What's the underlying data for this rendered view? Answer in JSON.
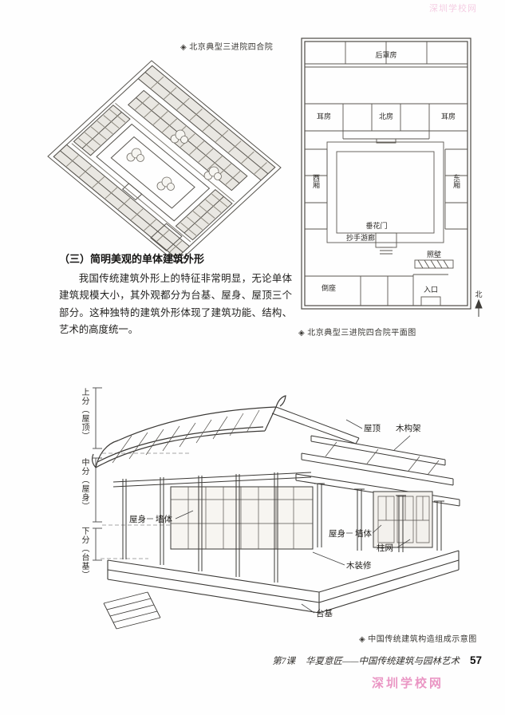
{
  "watermark": {
    "text": "深圳学校网",
    "color": "#e784ba"
  },
  "axon": {
    "caption": "◈ 北京典型三进院四合院"
  },
  "plan": {
    "caption": "◈ 北京典型三进院四合院平面图",
    "labels": {
      "rear_hall": "后罩房",
      "ear_left": "耳房",
      "north_hall": "北房",
      "ear_right": "耳房",
      "west_wing": "西厢",
      "east_wing": "东厢",
      "festoon_gate": "垂花门",
      "veranda": "抄手游廊",
      "screen_wall": "照壁",
      "south_rooms": "倒座",
      "entrance": "入口",
      "north": "北"
    }
  },
  "section": {
    "heading": "（三）简明美观的单体建筑外形",
    "body": "我国传统建筑外形上的特征非常明显，无论单体建筑规模大小，其外观都分为台基、屋身、屋顶三个部分。这种独特的建筑外形体现了建筑功能、结构、艺术的高度统一。"
  },
  "construction": {
    "caption": "◈ 中国传统建筑构造组成示意图",
    "labels": {
      "upper": "上分（屋顶）",
      "middle": "中分（屋身）",
      "lower": "下分（台基）",
      "roof": "屋顶",
      "timber_frame": "木构架",
      "body_left": "屋身",
      "wall_left": "墙体",
      "body_right": "屋身",
      "wall_right": "墙体",
      "column_grid": "柱网",
      "wood_finish": "木装修",
      "platform": "台基"
    }
  },
  "footer": {
    "lesson": "第7课",
    "title": "华夏意匠——中国传统建筑与园林艺术",
    "page_number": "57"
  }
}
